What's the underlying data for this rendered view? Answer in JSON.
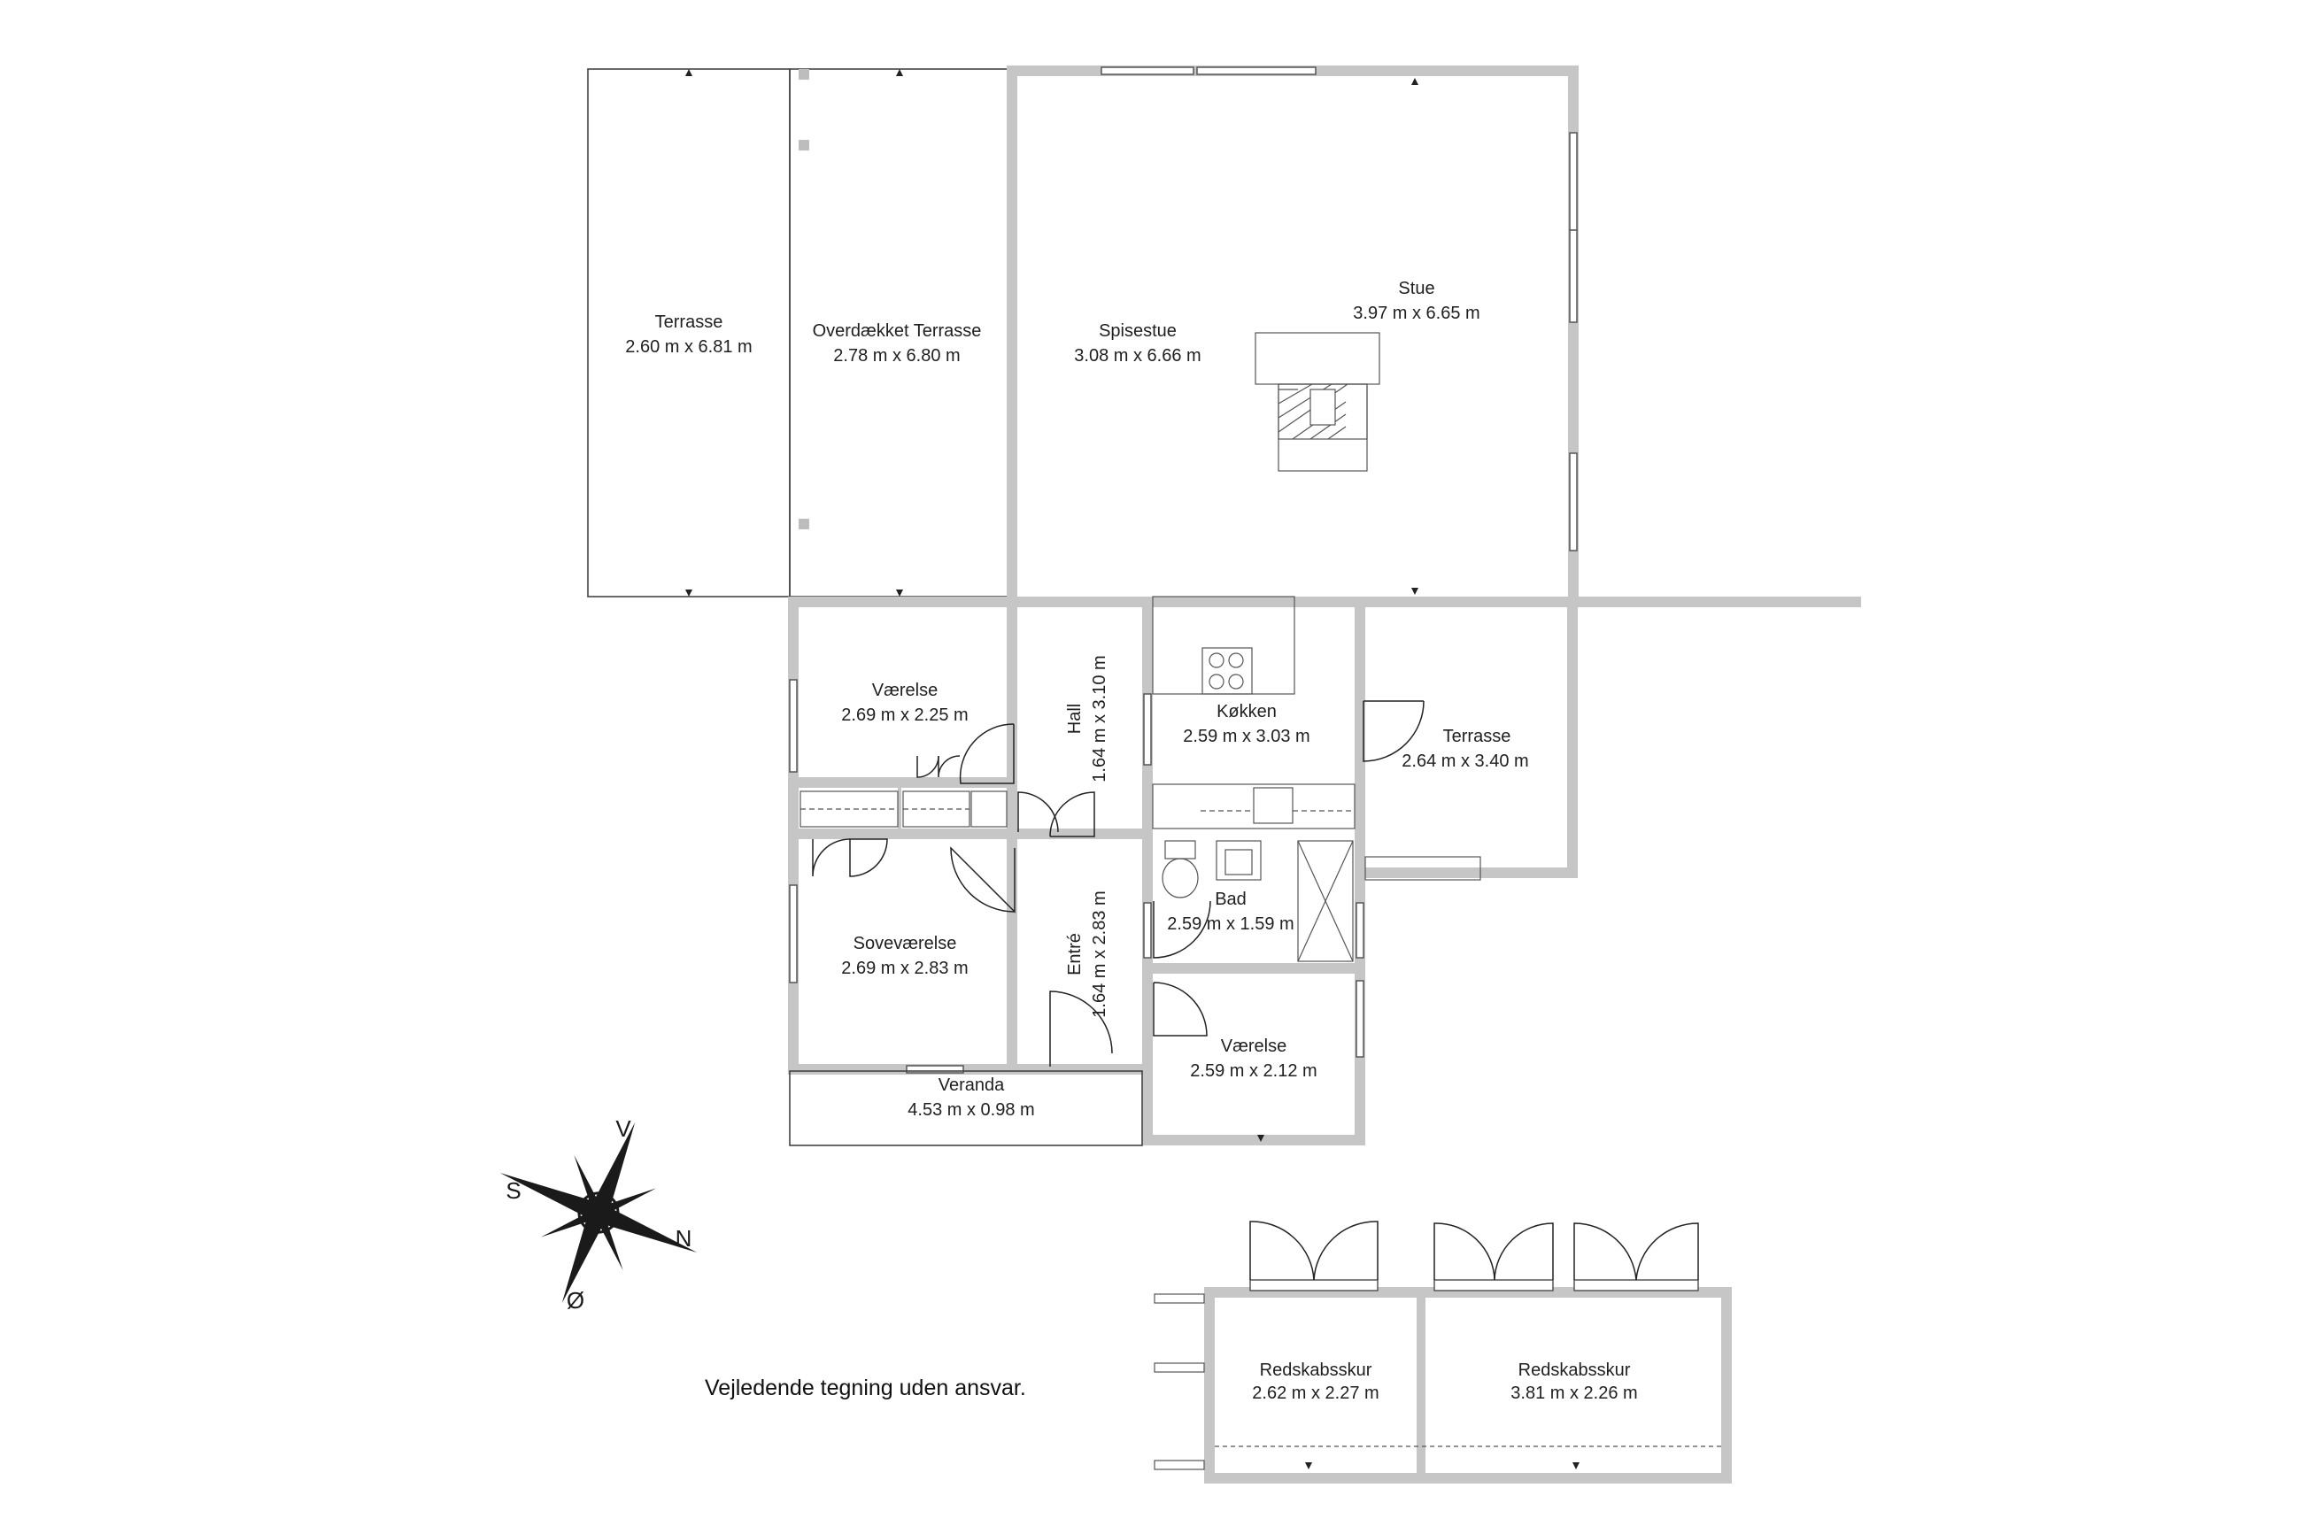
{
  "rooms": {
    "terrasse_west": {
      "name": "Terrasse",
      "size": "2.60 m x 6.81 m"
    },
    "overdaekket_terrasse": {
      "name": "Overdækket Terrasse",
      "size": "2.78 m x 6.80 m"
    },
    "spisestue": {
      "name": "Spisestue",
      "size": "3.08 m x 6.66 m"
    },
    "stue": {
      "name": "Stue",
      "size": "3.97 m x 6.65 m"
    },
    "vaerelse_nw": {
      "name": "Værelse",
      "size": "2.69 m x 2.25 m"
    },
    "hall": {
      "name": "Hall",
      "size": "1.64 m x 3.10 m"
    },
    "koekken": {
      "name": "Køkken",
      "size": "2.59 m x 3.03 m"
    },
    "terrasse_east": {
      "name": "Terrasse",
      "size": "2.64 m x 3.40 m"
    },
    "sovevaerelse": {
      "name": "Soveværelse",
      "size": "2.69 m x 2.83 m"
    },
    "entre": {
      "name": "Entré",
      "size": "1.64 m x 2.83 m"
    },
    "bad": {
      "name": "Bad",
      "size": "2.59 m x 1.59 m"
    },
    "vaerelse_se": {
      "name": "Værelse",
      "size": "2.59 m x 2.12 m"
    },
    "veranda": {
      "name": "Veranda",
      "size": "4.53 m x 0.98 m"
    },
    "redskabsskur_1": {
      "name": "Redskabsskur",
      "size": "2.62 m x 2.27 m"
    },
    "redskabsskur_2": {
      "name": "Redskabsskur",
      "size": "3.81 m x 2.26 m"
    }
  },
  "compass": {
    "north": "N",
    "south": "S",
    "west": "V",
    "east": "Ø"
  },
  "disclaimer": "Vejledende tegning uden ansvar.",
  "colors": {
    "wall": "#c6c6c6",
    "line": "#444444",
    "background": "#ffffff"
  }
}
